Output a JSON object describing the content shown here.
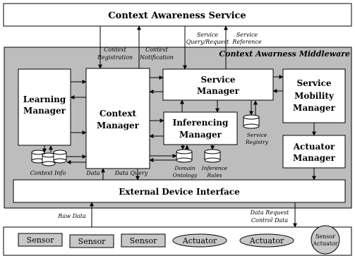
{
  "top_service": "Context Awareness Service",
  "middleware_title": "Context Awarness Middleware",
  "learning_manager": [
    "Learning",
    "Manager"
  ],
  "context_manager": [
    "Context",
    "Manager"
  ],
  "service_manager": [
    "Service",
    "Manager"
  ],
  "inferencing_manager": [
    "Inferencing",
    "Manager"
  ],
  "service_mobility_manager": [
    "Service",
    "Mobility",
    "Manager"
  ],
  "actuator_manager": [
    "Actuator",
    "Manager"
  ],
  "external_device_interface": "External Device Interface",
  "labels": {
    "context_registration": [
      "Context",
      "Registration"
    ],
    "context_notification": [
      "Context",
      "Notification"
    ],
    "service_query": [
      "Service",
      "Query/Request"
    ],
    "service_reference": [
      "Service",
      "Reference"
    ],
    "service_registry": [
      "Service",
      "Registry"
    ],
    "context_info": "Context Info",
    "data": "Data",
    "data_query": "Data Query",
    "domain_ontology": [
      "Domain",
      "Ontology"
    ],
    "inference_rules": [
      "Inference",
      "Rules"
    ],
    "raw_data": "Raw Data",
    "data_request": [
      "Data Request",
      "Control Data"
    ]
  },
  "devices": [
    {
      "label": "Sensor",
      "shape": "rect"
    },
    {
      "label": "Sensor",
      "shape": "rect"
    },
    {
      "label": "Sensor",
      "shape": "rect"
    },
    {
      "label": "Actuator",
      "shape": "ellipse"
    },
    {
      "label": "Actuator",
      "shape": "ellipse"
    },
    {
      "label": "Sensor Actuator",
      "shape": "circle"
    }
  ]
}
